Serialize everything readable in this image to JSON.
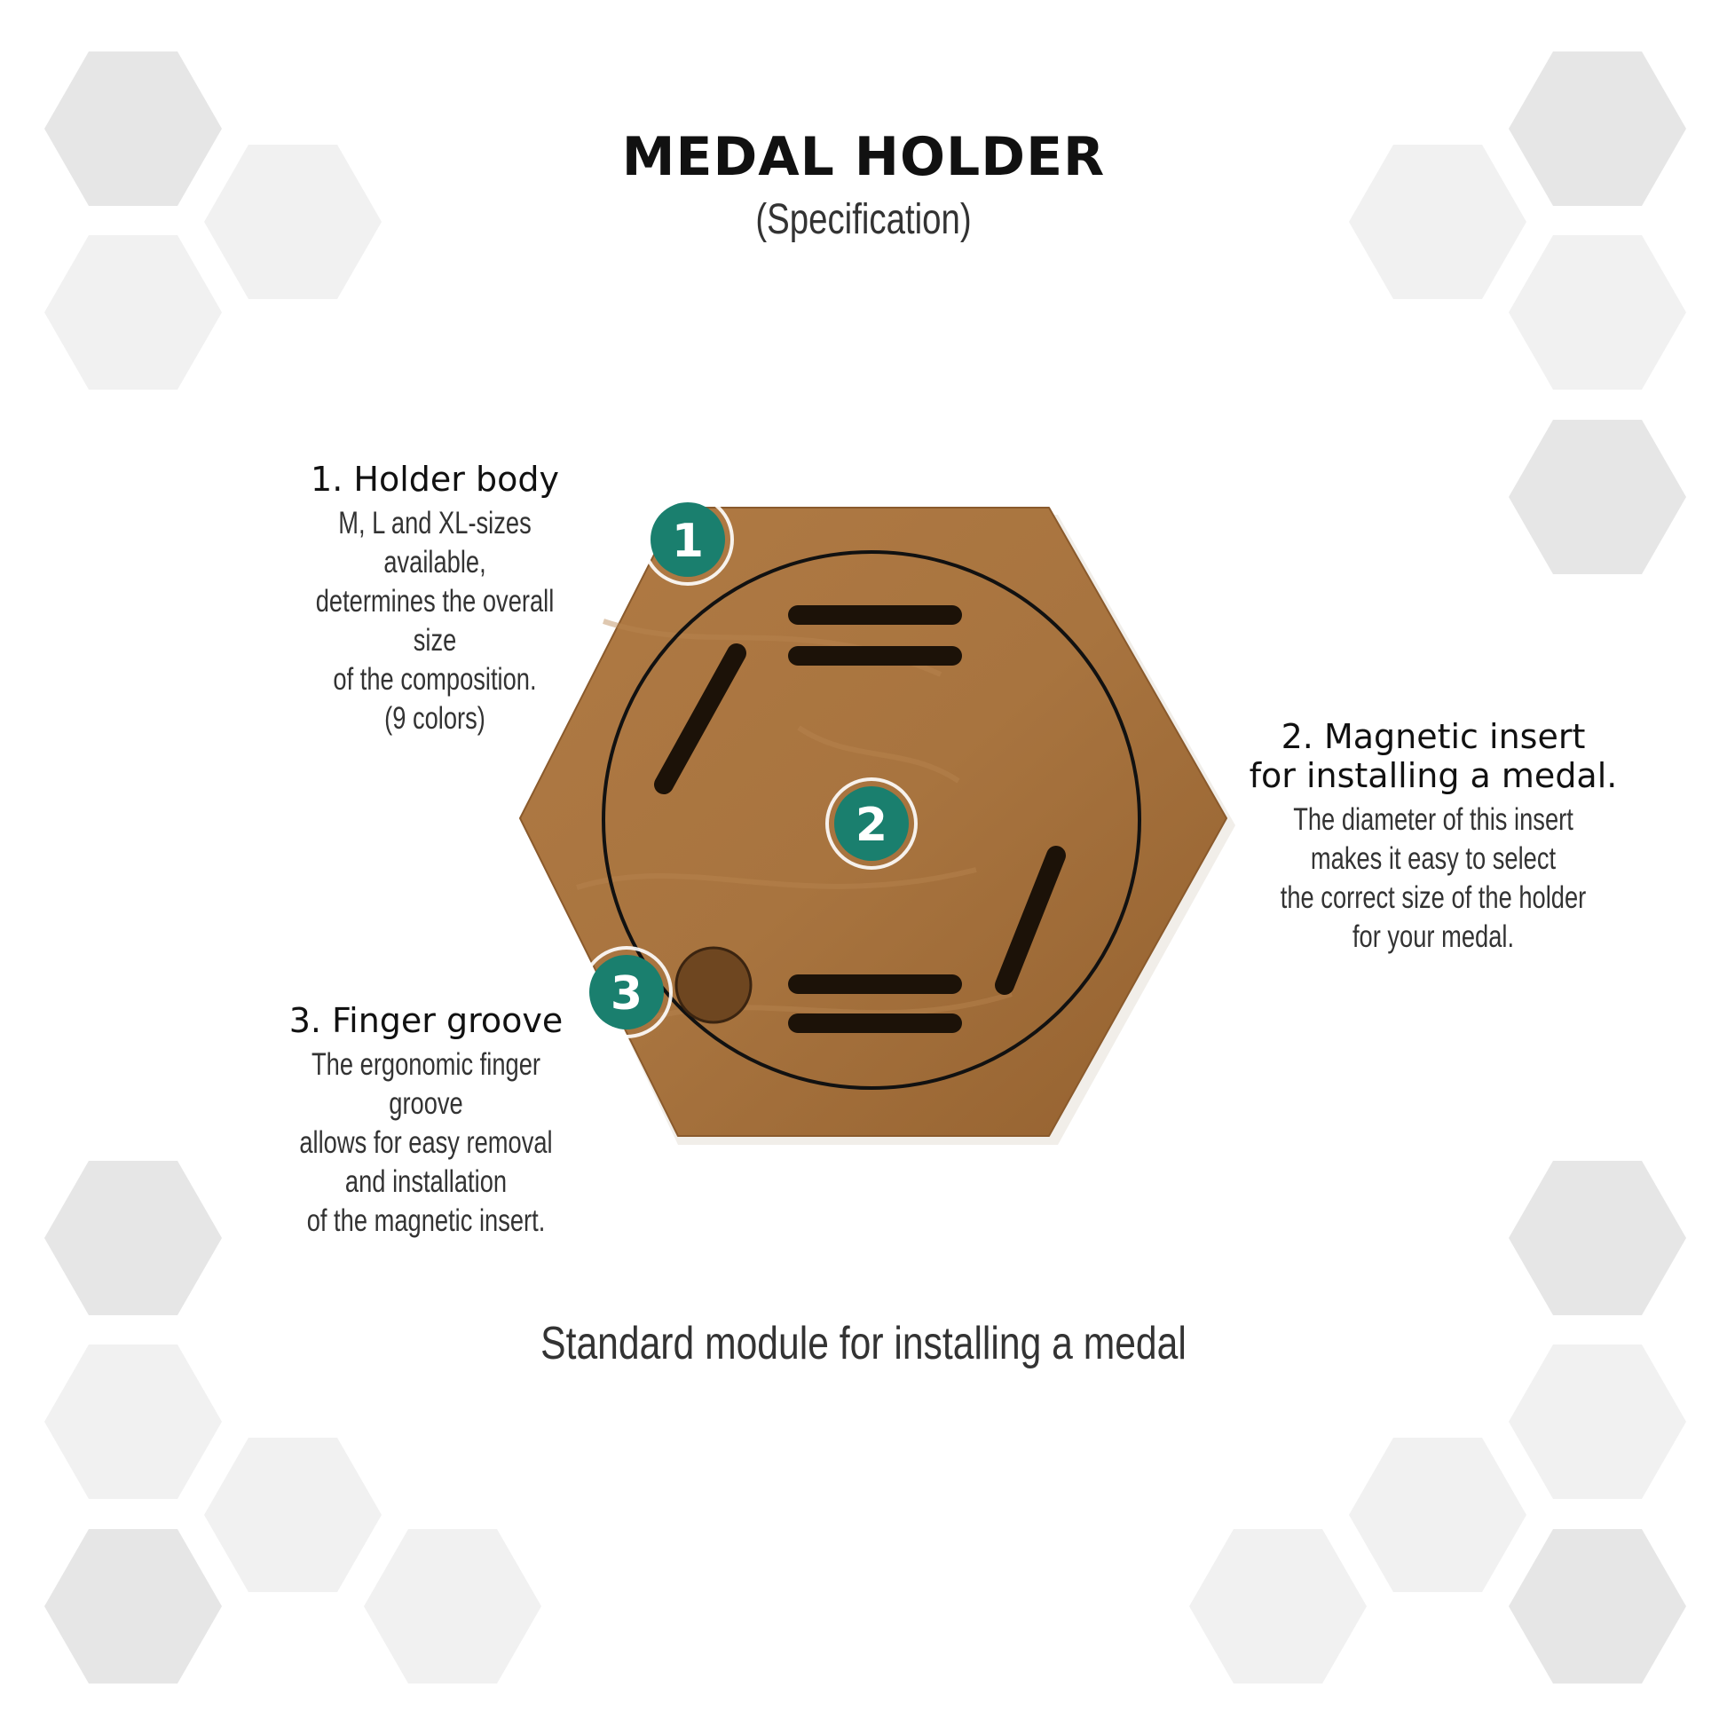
{
  "header": {
    "title": "MEDAL HOLDER",
    "subtitle": "(Specification)"
  },
  "callouts": [
    {
      "number": "1",
      "heading": "1. Holder body",
      "description": "M, L and XL-sizes available,\ndetermines the overall size\nof the composition.\n(9 colors)"
    },
    {
      "number": "2",
      "heading": "2. Magnetic insert\nfor installing a medal.",
      "description": "The diameter of this insert\nmakes it easy to select\nthe correct size of the holder\nfor your medal."
    },
    {
      "number": "3",
      "heading": "3. Finger groove",
      "description": "The ergonomic finger groove\nallows for easy removal\nand installation\nof the magnetic insert."
    }
  ],
  "footer": {
    "caption": "Standard module for installing a medal"
  },
  "colors": {
    "badge": "#1a7f6e",
    "wood": "#a8743f",
    "hex_dark": "#e6e6e6",
    "hex_light": "#f1f1f1"
  }
}
